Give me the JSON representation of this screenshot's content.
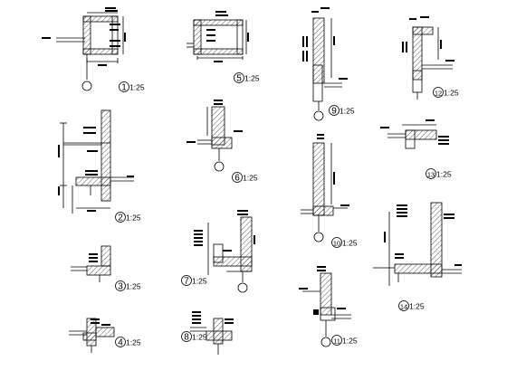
{
  "sheet": {
    "details": [
      {
        "number": "1",
        "scale": "1:25"
      },
      {
        "number": "2",
        "scale": "1:25"
      },
      {
        "number": "3",
        "scale": "1:25"
      },
      {
        "number": "4",
        "scale": "1:25"
      },
      {
        "number": "5",
        "scale": "1:25"
      },
      {
        "number": "6",
        "scale": "1:25"
      },
      {
        "number": "7",
        "scale": "1:25"
      },
      {
        "number": "8",
        "scale": "1:25"
      },
      {
        "number": "9",
        "scale": "1:25"
      },
      {
        "number": "10",
        "scale": "1:25"
      },
      {
        "number": "11",
        "scale": "1:25"
      },
      {
        "number": "12",
        "scale": "1:25"
      },
      {
        "number": "13",
        "scale": "1:25"
      },
      {
        "number": "14",
        "scale": "1:25"
      }
    ]
  },
  "colors": {
    "ink": "#000000",
    "paper": "#ffffff",
    "hatch": "#333333"
  }
}
